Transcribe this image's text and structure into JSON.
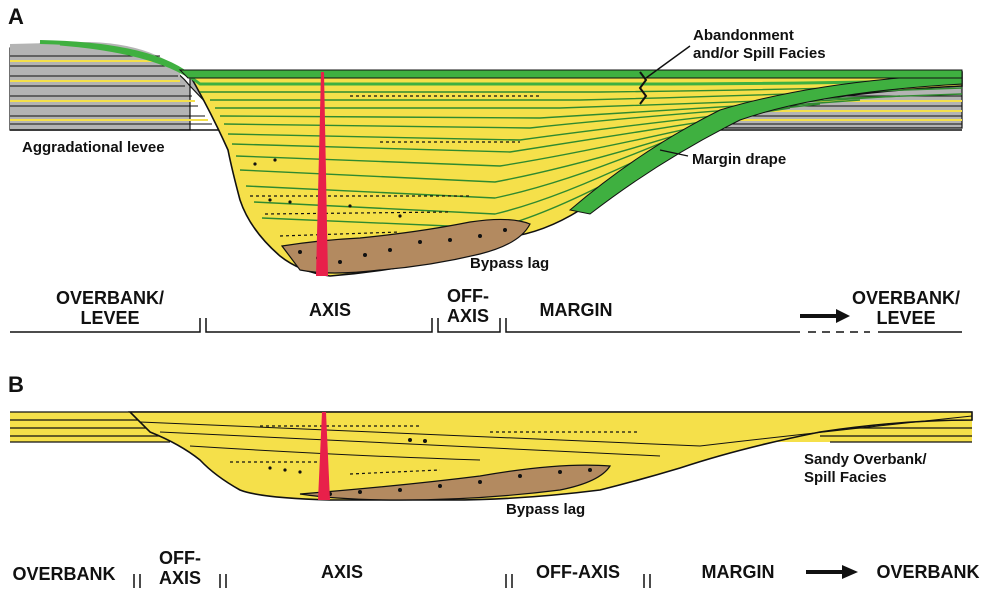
{
  "panel_a": {
    "letter": "A",
    "labels": {
      "abandonment_line1": "Abandonment",
      "abandonment_line2": "and/or Spill Facies",
      "aggradational_levee": "Aggradational levee",
      "margin_drape": "Margin drape",
      "bypass_lag": "Bypass lag"
    },
    "zones": {
      "overbank_levee_left_1": "OVERBANK/",
      "overbank_levee_left_2": "LEVEE",
      "axis": "AXIS",
      "off_axis_1": "OFF-",
      "off_axis_2": "AXIS",
      "margin": "MARGIN",
      "overbank_levee_right_1": "OVERBANK/",
      "overbank_levee_right_2": "LEVEE"
    }
  },
  "panel_b": {
    "letter": "B",
    "labels": {
      "sandy_overbank_line1": "Sandy Overbank/",
      "sandy_overbank_line2": "Spill Facies",
      "bypass_lag": "Bypass lag"
    },
    "zones": {
      "overbank_left": "OVERBANK",
      "off_axis_1": "OFF-",
      "off_axis_2": "AXIS",
      "axis": "AXIS",
      "off_axis_right": "OFF-AXIS",
      "margin": "MARGIN",
      "overbank_right": "OVERBANK"
    }
  },
  "colors": {
    "sand_yellow": "#f5e04a",
    "levee_gray": "#b4b4b4",
    "drape_green": "#3fb040",
    "lag_brown": "#b38a60",
    "axis_red": "#e8204a"
  }
}
